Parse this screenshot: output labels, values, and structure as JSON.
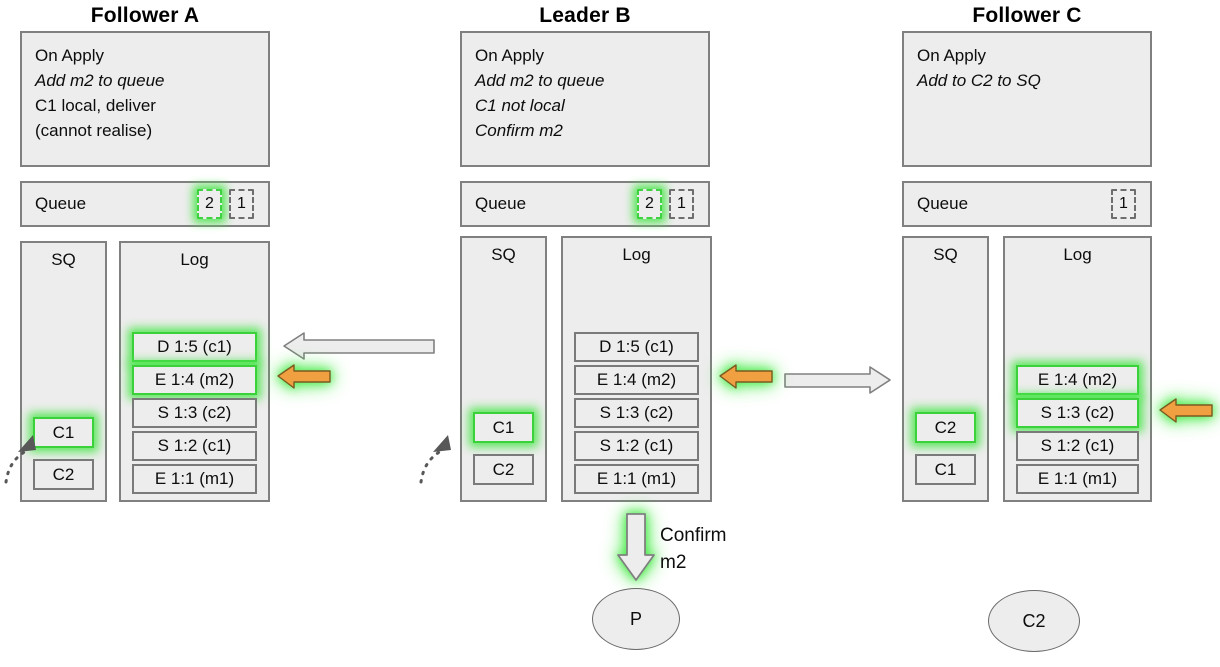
{
  "diagram": {
    "title_note": "Raft replication state diagram",
    "colors": {
      "panel_fill": "#ededed",
      "panel_stroke": "#808080",
      "highlight_green": "#3ad13a",
      "glow_green": "#4beb4b",
      "orange_arrow": "#f0a040",
      "gray_arrow_fill": "#ededed",
      "gray_arrow_stroke": "#808080",
      "text": "#0d0d0d"
    },
    "columns": [
      {
        "id": "follower-a",
        "title": "Follower A",
        "note": {
          "lines": [
            {
              "text": "On Apply",
              "italic": false
            },
            {
              "text": "Add m2 to queue",
              "italic": true
            },
            {
              "text": "C1 local, deliver",
              "italic": false
            },
            {
              "text": "(cannot realise)",
              "italic": false
            }
          ]
        },
        "queue": {
          "label": "Queue",
          "items": [
            {
              "value": "2",
              "highlight": true
            },
            {
              "value": "1",
              "highlight": false
            }
          ]
        },
        "sq": {
          "title": "SQ",
          "items": [
            {
              "value": "C1",
              "highlight": true
            },
            {
              "value": "C2",
              "highlight": false
            }
          ]
        },
        "log": {
          "title": "Log",
          "entries": [
            {
              "value": "D 1:5 (c1)",
              "highlight": true
            },
            {
              "value": "E 1:4 (m2)",
              "highlight": true
            },
            {
              "value": "S 1:3 (c2)",
              "highlight": false
            },
            {
              "value": "S 1:2 (c1)",
              "highlight": false
            },
            {
              "value": "E 1:1 (m1)",
              "highlight": false
            }
          ]
        }
      },
      {
        "id": "leader-b",
        "title": "Leader B",
        "note": {
          "lines": [
            {
              "text": "On Apply",
              "italic": false
            },
            {
              "text": "Add m2 to queue",
              "italic": true
            },
            {
              "text": "C1 not local",
              "italic": true
            },
            {
              "text": "Confirm m2",
              "italic": true
            }
          ]
        },
        "queue": {
          "label": "Queue",
          "items": [
            {
              "value": "2",
              "highlight": true
            },
            {
              "value": "1",
              "highlight": false
            }
          ]
        },
        "sq": {
          "title": "SQ",
          "items": [
            {
              "value": "C1",
              "highlight": true
            },
            {
              "value": "C2",
              "highlight": false
            }
          ]
        },
        "log": {
          "title": "Log",
          "entries": [
            {
              "value": "D 1:5 (c1)",
              "highlight": false
            },
            {
              "value": "E 1:4 (m2)",
              "highlight": false
            },
            {
              "value": "S 1:3 (c2)",
              "highlight": false
            },
            {
              "value": "S 1:2 (c1)",
              "highlight": false
            },
            {
              "value": "E 1:1 (m1)",
              "highlight": false
            }
          ]
        }
      },
      {
        "id": "follower-c",
        "title": "Follower C",
        "note": {
          "lines": [
            {
              "text": "On Apply",
              "italic": false
            },
            {
              "text": "Add to C2 to SQ",
              "italic": true
            }
          ]
        },
        "queue": {
          "label": "Queue",
          "items": [
            {
              "value": "1",
              "highlight": false
            }
          ]
        },
        "sq": {
          "title": "SQ",
          "items": [
            {
              "value": "C2",
              "highlight": true
            },
            {
              "value": "C1",
              "highlight": false
            }
          ]
        },
        "log": {
          "title": "Log",
          "entries": [
            {
              "value": "E 1:4 (m2)",
              "highlight": true
            },
            {
              "value": "S 1:3 (c2)",
              "highlight": true
            },
            {
              "value": "S 1:2 (c1)",
              "highlight": false
            },
            {
              "value": "E 1:1 (m1)",
              "highlight": false
            }
          ]
        }
      }
    ],
    "arrows": [
      {
        "id": "replicate-b-to-a",
        "kind": "gray-block-arrow",
        "direction": "left",
        "label": ""
      },
      {
        "id": "replicate-b-to-c",
        "kind": "gray-block-arrow",
        "direction": "right",
        "label": ""
      },
      {
        "id": "apply-pointer-a",
        "kind": "orange-arrow",
        "direction": "left",
        "label": ""
      },
      {
        "id": "apply-pointer-b",
        "kind": "orange-arrow",
        "direction": "left",
        "label": ""
      },
      {
        "id": "apply-pointer-c",
        "kind": "orange-arrow",
        "direction": "left",
        "label": ""
      },
      {
        "id": "confirm-m2-arrow",
        "kind": "gray-block-arrow-glow",
        "direction": "down",
        "label": "Confirm m2"
      }
    ],
    "confirm": {
      "line1": "Confirm",
      "line2": "m2"
    },
    "endpoints": [
      {
        "id": "producer-p",
        "label": "P"
      },
      {
        "id": "consumer-c2",
        "label": "C2"
      }
    ]
  }
}
